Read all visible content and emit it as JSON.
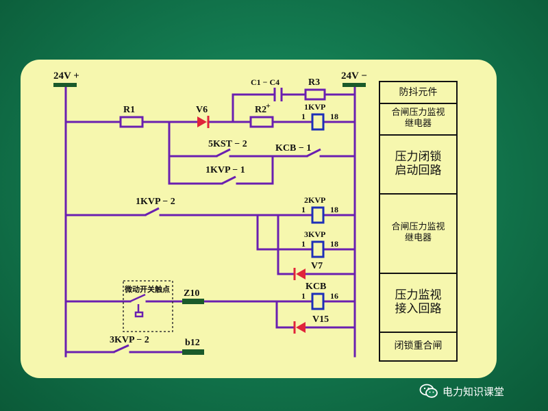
{
  "diagram": {
    "rails": {
      "positive": "24V +",
      "negative": "24V −"
    },
    "top_branch": {
      "capacitor": "C1 − C4",
      "resistor": "R3",
      "polarity": "+"
    },
    "row1": {
      "resistor_a": "R1",
      "diode": "V6",
      "resistor_b": "R2",
      "relay": "1KVP",
      "pin_left": "1",
      "pin_right": "18"
    },
    "row2": {
      "contact_a": "5KST − 2",
      "contact_b": "KCB − 1",
      "contact_c": "1KVP − 1"
    },
    "row3": {
      "contact": "1KVP − 2",
      "relay_a": "2KVP",
      "relay_a_pin_left": "1",
      "relay_a_pin_right": "18",
      "relay_b": "3KVP",
      "relay_b_pin_left": "1",
      "relay_b_pin_right": "18",
      "diode": "V7"
    },
    "row4": {
      "switch_label": "微动开关触点",
      "terminal": "Z10",
      "relay": "KCB",
      "pin_left": "1",
      "pin_right": "16",
      "diode": "V15"
    },
    "row5": {
      "contact": "3KVP − 2",
      "terminal": "b12"
    }
  },
  "legend": [
    {
      "label": "防抖元件"
    },
    {
      "label": "合闸压力监视\n继电器"
    },
    {
      "label": "压力闭锁\n启动回路"
    },
    {
      "label": "合闸压力监视\n继电器"
    },
    {
      "label": "压力监视\n接入回路"
    },
    {
      "label": "闭锁重合闸"
    }
  ],
  "watermark": {
    "text": "电力知识课堂",
    "icon": "wechat-icon"
  },
  "colors": {
    "wire": "#6a1fb0",
    "coil": "#1d2fb8",
    "diode": "#e0243a",
    "panel": "#f6f7ae",
    "background": "#137a50"
  }
}
